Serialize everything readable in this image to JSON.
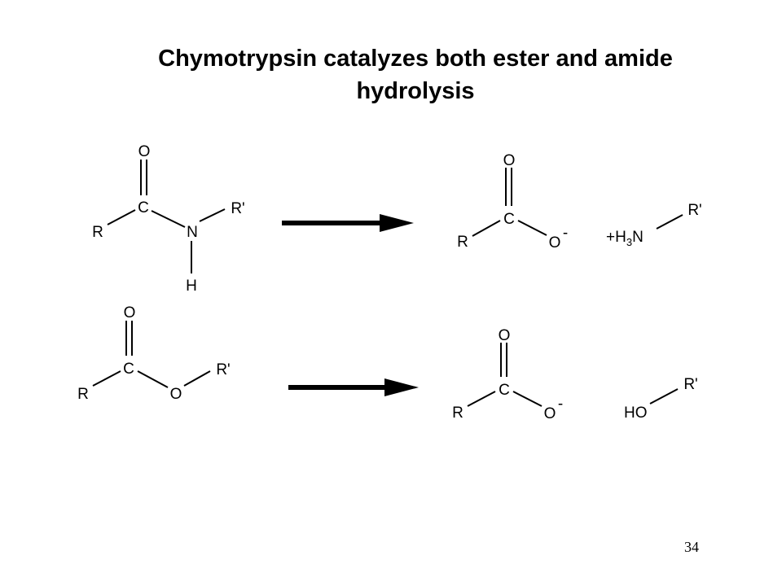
{
  "slide": {
    "title_line1": "Chymotrypsin catalyzes both ester and amide",
    "title_line2": "hydrolysis",
    "page_number": "34"
  },
  "reactions": [
    {
      "substrate": {
        "carbonyl_o": "O",
        "carbon": "C",
        "r": "R",
        "heteroatom": "N",
        "r_prime": "R'",
        "n_h": "H"
      },
      "product_acid": {
        "carbonyl_o": "O",
        "carbon": "C",
        "r": "R",
        "o_minus": "O",
        "charge": "-"
      },
      "product_other": {
        "prefix": "+H",
        "subscript": "3",
        "atom": "N",
        "r_prime": "R'"
      }
    },
    {
      "substrate": {
        "carbonyl_o": "O",
        "carbon": "C",
        "r": "R",
        "heteroatom": "O",
        "r_prime": "R'"
      },
      "product_acid": {
        "carbonyl_o": "O",
        "carbon": "C",
        "r": "R",
        "o_minus": "O",
        "charge": "-"
      },
      "product_other": {
        "label": "HO",
        "r_prime": "R'"
      }
    }
  ]
}
